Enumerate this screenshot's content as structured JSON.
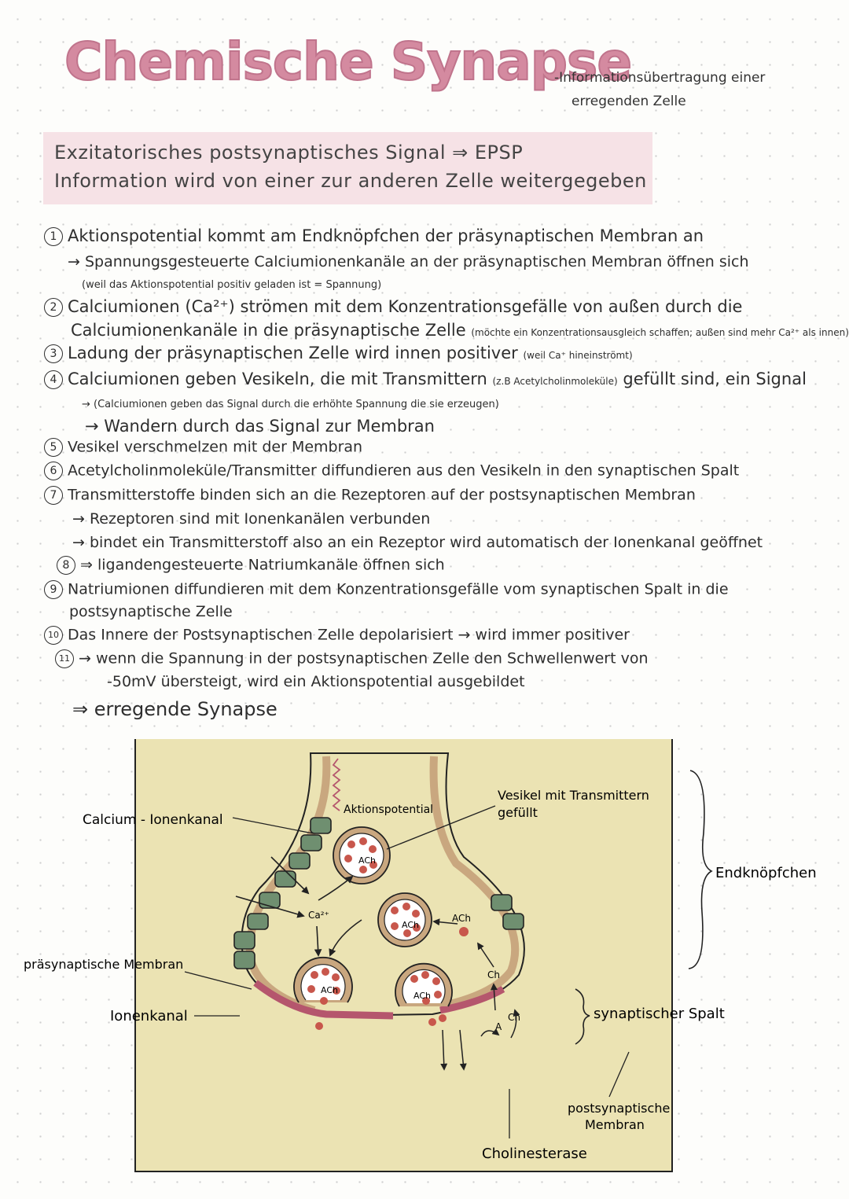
{
  "header": {
    "title": "Chemische Synapse",
    "subtitle_line1": "-Informationsübertragung einer",
    "subtitle_line2": "erregenden Zelle"
  },
  "highlight": {
    "line1": "Exzitatorisches postsynaptisches Signal ⇒ EPSP",
    "line2": "Information wird von einer zur anderen Zelle weitergegeben"
  },
  "steps": {
    "s1_num": "1",
    "s1": "Aktionspotential kommt am Endknöpfchen der präsynaptischen Membran an",
    "s1_a": "→ Spannungsgesteuerte Calciumionenkanäle an der präsynaptischen Membran öffnen sich",
    "s1_b": "(weil das Aktionspotential positiv geladen ist = Spannung)",
    "s2_num": "2",
    "s2": "Calciumionen (Ca²⁺) strömen mit dem Konzentrationsgefälle von außen durch die",
    "s2_a": "Calciumionenkanäle in die präsynaptische Zelle",
    "s2_b": "(möchte ein Konzentrationsausgleich schaffen; außen sind mehr Ca²⁺ als innen)",
    "s3_num": "3",
    "s3": "Ladung der präsynaptischen Zelle wird innen positiver",
    "s3_b": "(weil Ca⁺ hineinströmt)",
    "s4_num": "4",
    "s4": "Calciumionen geben Vesikeln, die mit Transmittern",
    "s4_b": "(z.B Acetylcholinmoleküle)",
    "s4_c": "gefüllt sind, ein Signal",
    "s4_d": "→ (Calciumionen geben das Signal durch die erhöhte Spannung die sie erzeugen)",
    "s4_e": "→ Wandern durch das Signal zur Membran",
    "s5_num": "5",
    "s5": "Vesikel verschmelzen mit der Membran",
    "s6_num": "6",
    "s6": "Acetylcholinmoleküle/Transmitter diffundieren aus den Vesikeln in den synaptischen Spalt",
    "s7_num": "7",
    "s7": "Transmitterstoffe binden sich an die Rezeptoren auf der postsynaptischen Membran",
    "s7_a": "→ Rezeptoren sind mit Ionenkanälen verbunden",
    "s7_b": "→ bindet ein Transmitterstoff also an ein Rezeptor wird automatisch der Ionenkanal geöffnet",
    "s8_num": "8",
    "s8": "⇒ ligandengesteuerte Natriumkanäle öffnen sich",
    "s9_num": "9",
    "s9": "Natriumionen diffundieren mit dem Konzentrationsgefälle vom synaptischen Spalt in die",
    "s9_a": "postsynaptische Zelle",
    "s10_num": "10",
    "s10": "Das Innere der Postsynaptischen Zelle depolarisiert → wird immer positiver",
    "s11_num": "11",
    "s11": "→ wenn die Spannung in der postsynaptischen Zelle den Schwellenwert von",
    "s11_a": "-50mV übersteigt, wird ein Aktionspotential ausgebildet",
    "conclusion": "⇒ erregende Synapse"
  },
  "diagram": {
    "label_aktionspotential": "Aktionspotential",
    "label_calcium_kanal": "Calcium - Ionenkanal",
    "label_vesikel_1": "Vesikel mit Transmittern",
    "label_vesikel_2": "gefüllt",
    "label_endknoepfchen": "Endknöpfchen",
    "label_praesyn_membran": "präsynaptische Membran",
    "label_ionenkanal": "Ionenkanal",
    "label_synaptischer_spalt": "synaptischer Spalt",
    "label_postsyn_1": "postsynaptische",
    "label_postsyn_2": "Membran",
    "label_cholinesterase": "Cholinesterase",
    "ion_ca": "Ca²⁺",
    "ach": "ACh",
    "ch": "Ch",
    "a": "A",
    "colors": {
      "title_pink": "#d48aa0",
      "highlight_pink": "#f6e2e6",
      "cell_fill": "#ebe3b3",
      "membrane_tan": "#c9a77f",
      "membrane_active": "#b5566d",
      "channel_green": "#6f8f70",
      "ion_red": "#c8574c",
      "post_membrane_blue": "#6e8db0",
      "cholinesterase_teal": "#4c7b80"
    }
  }
}
